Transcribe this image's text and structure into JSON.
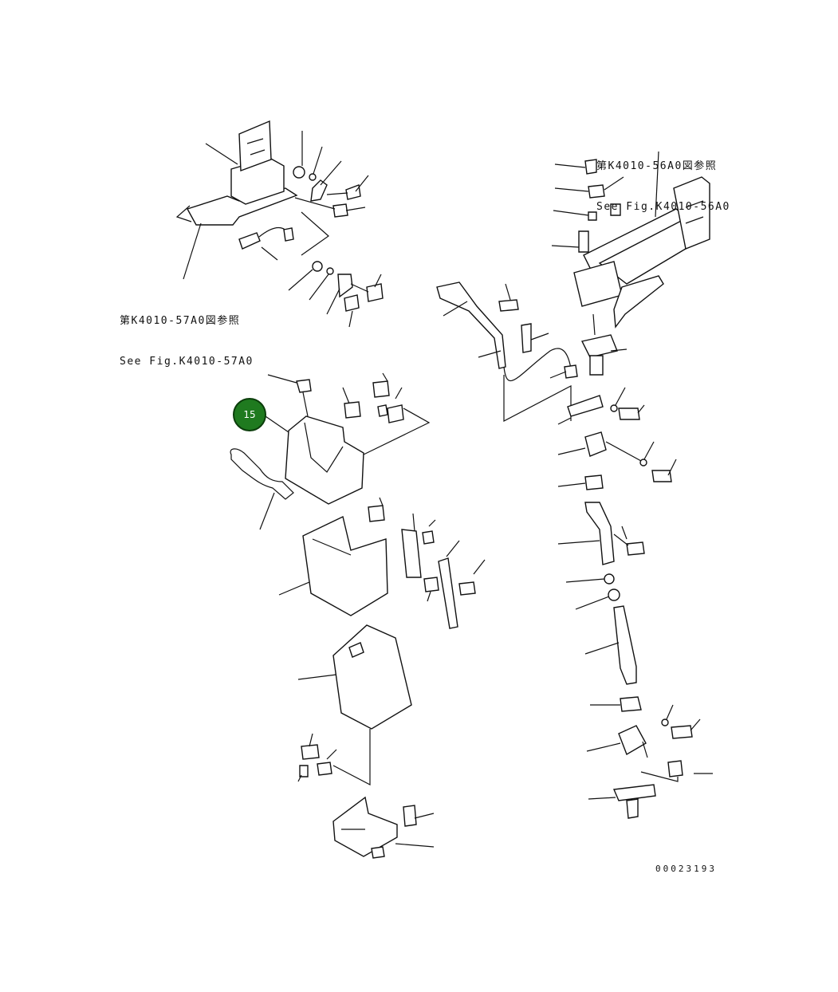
{
  "references": {
    "right": {
      "jp": "第K4010-56A0図参照",
      "en": "See Fig.K4010-56A0"
    },
    "left": {
      "jp": "第K4010-57A0図参照",
      "en": "See Fig.K4010-57A0"
    }
  },
  "callout": {
    "number": "15",
    "color": "#1f7a1f"
  },
  "drawing_number": "00023193"
}
